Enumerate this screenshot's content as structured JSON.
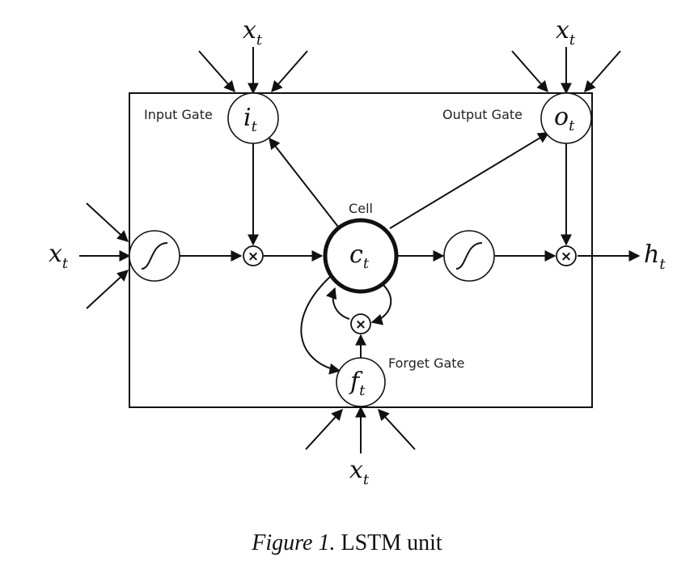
{
  "labels": {
    "input_gate": "Input Gate",
    "output_gate": "Output Gate",
    "cell": "Cell",
    "forget_gate": "Forget Gate"
  },
  "nodes": {
    "input_gate": {
      "var": "i",
      "sub": "t"
    },
    "output_gate": {
      "var": "o",
      "sub": "t"
    },
    "forget_gate": {
      "var": "f",
      "sub": "t"
    },
    "cell": {
      "var": "c",
      "sub": "t"
    }
  },
  "inputs": {
    "top_left": {
      "var": "x",
      "sub": "t"
    },
    "top_right": {
      "var": "x",
      "sub": "t"
    },
    "left": {
      "var": "x",
      "sub": "t"
    },
    "bottom": {
      "var": "x",
      "sub": "t"
    }
  },
  "output": {
    "var": "h",
    "sub": "t"
  },
  "caption": {
    "figure": "Figure 1.",
    "text": " LSTM unit"
  },
  "symbols": {
    "multiply": "×"
  }
}
